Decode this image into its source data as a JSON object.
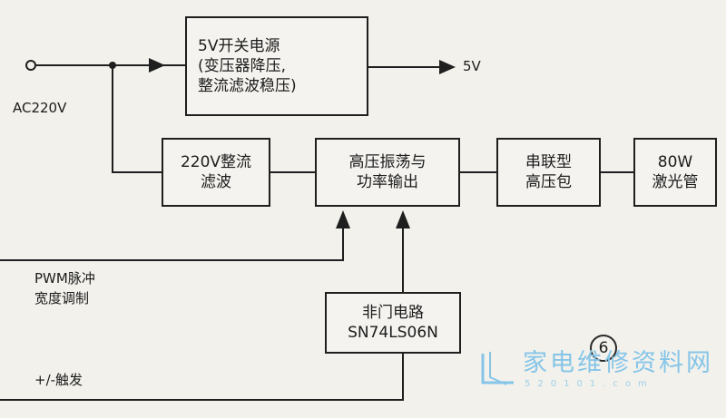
{
  "blocks": {
    "power_supply": {
      "title": "5V开关电源",
      "line2": "(变压器降压,",
      "line3": "整流滤波稳压)"
    },
    "rectifier": {
      "line1": "220V整流",
      "line2": "滤波"
    },
    "oscillator": {
      "line1": "高压振荡与",
      "line2": "功率输出"
    },
    "hv_pack": {
      "line1": "串联型",
      "line2": "高压包"
    },
    "laser": {
      "line1": "80W",
      "line2": "激光管"
    },
    "inverter": {
      "line1": "非门电路",
      "line2": "SN74LS06N"
    }
  },
  "labels": {
    "ac_input": "AC220V",
    "output_5v": "5V",
    "pwm_line1": "PWM脉冲",
    "pwm_line2": "宽度调制",
    "trigger": "+/-触发"
  },
  "figure_number": "6",
  "watermark": {
    "text": "家电维修资料网",
    "url": "520101.com"
  },
  "colors": {
    "line": "#1f1f1f",
    "watermark": "#86c5e8"
  }
}
